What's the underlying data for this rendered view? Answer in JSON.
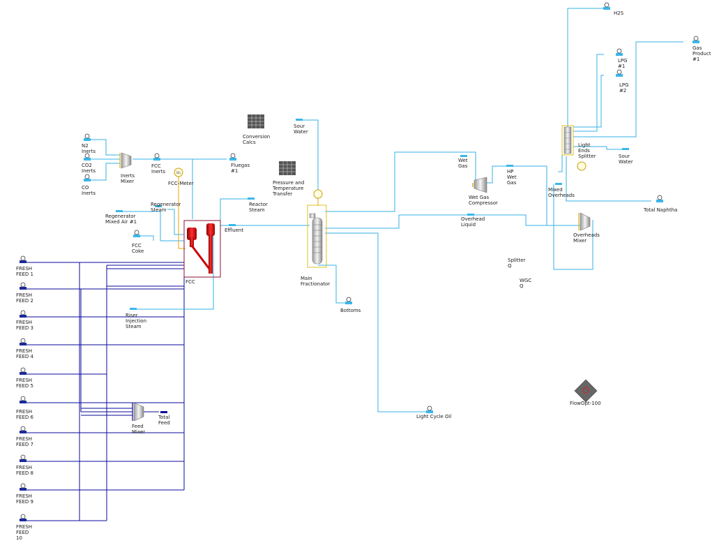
{
  "labels": {
    "h2s": "H2S",
    "gas_product": "Gas\nProduct\n#1",
    "lpg1": "LPG\n#1",
    "lpg2": "LPG\n#2",
    "sour_water_top": "Sour\nWater",
    "conversion_calcs": "Conversion\nCalcs",
    "pressure_temperature_transfer": "Pressure and\nTemperature\nTransfer",
    "n2_inerts": "N2\nInerts",
    "co2_inerts": "CO2\nInerts",
    "co_inerts": "CO\nInerts",
    "inerts_mixer": "Inerts\nMixer",
    "fcc_inerts": "FCC\nInerts",
    "fluegas": "Fluegas\n#1",
    "fcc_meter": "FCC-Meter",
    "regenerator_steam": "Regenerator\nSteam",
    "reactor_steam": "Reactor\nSteam",
    "regenerator_mixed_air": "Regenerator\nMixed Air #1",
    "effluent": "Effluent",
    "fcc_coke": "FCC\nCoke",
    "fcc": "FCC",
    "riser_injection_steam": "Riser\nInjection\nSteam",
    "main_fractionator": "Main\nFractionator",
    "bottoms": "Bottoms",
    "light_cycle_oil": "Light Cycle Oil",
    "wet_gas": "Wet\nGas",
    "hp_wet_gas": "HP\nWet\nGas",
    "wet_gas_compressor": "Wet Gas\nCompressor",
    "mixed_overheads": "Mixed\nOverheads",
    "light_ends_splitter": "Light\nEnds\nSplitter",
    "sour_water_right": "Sour\nWater",
    "total_naphtha": "Total Naphtha",
    "overhead_liquid": "Overhead\nLiquid",
    "overheads_mixer": "Overheads\nMixer",
    "splitter_q": "Splitter\nQ",
    "wgc_q": "WGC\nQ",
    "flowopt": "FlowOpt-100",
    "feed_mixer": "Feed\nMixer",
    "total_feed": "Total\nFeed",
    "fresh_feeds": [
      "FRESH\nFEED 1",
      "FRESH\nFEED 2",
      "FRESH\nFEED 3",
      "FRESH\nFEED 4",
      "FRESH\nFEED 5",
      "FRESH\nFEED 6",
      "FRESH\nFEED 7",
      "FRESH\nFEED 8",
      "FRESH\nFEED 9",
      "FRESH\nFEED\n10"
    ]
  },
  "colors": {
    "material_stream": "#33b2e6",
    "feed_stream": "#0a0a9e",
    "energy_stream": "#f0a000",
    "fcc_unit": "#d41010",
    "column_outline": "#e0c020"
  }
}
